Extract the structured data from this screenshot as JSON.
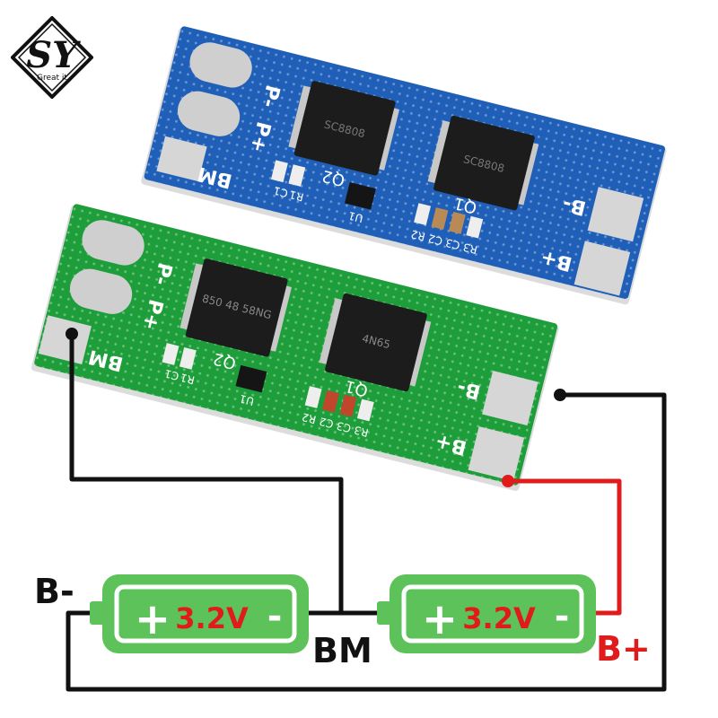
{
  "logo": {
    "mark": "SY",
    "tagline": "Great it"
  },
  "blue_board": {
    "pads": {
      "p_minus": "P-",
      "p_plus": "P+",
      "bm": "BM",
      "b_minus": "B-",
      "b_plus": "B+"
    },
    "components": {
      "q1": "Q1",
      "q2": "Q2",
      "u1": "U1",
      "c1": "C1",
      "r1": "R1",
      "r2": "R2",
      "c2": "C2",
      "c3": "C3",
      "r3": "R3"
    },
    "mosfet_marks": [
      "SC8808",
      "SC8808"
    ]
  },
  "green_board": {
    "pads": {
      "p_minus": "P-",
      "p_plus": "P+",
      "bm": "BM",
      "b_minus": "B-",
      "b_plus": "B+"
    },
    "components": {
      "q1": "Q1",
      "q2": "Q2",
      "u1": "U1",
      "c1": "C1",
      "r1": "R1",
      "r2": "R2",
      "c2": "C2",
      "c3": "C3",
      "r3": "R3"
    },
    "mosfet_marks": [
      "850 48 58NG",
      "4N65"
    ]
  },
  "batteries": [
    {
      "voltage": "3.2V",
      "plus": "+",
      "minus": "-"
    },
    {
      "voltage": "3.2V",
      "plus": "+",
      "minus": "-"
    }
  ],
  "wiring_labels": {
    "b_minus": "B-",
    "bm": "BM",
    "b_plus": "B+"
  },
  "colors": {
    "blue_pcb": "#1f5fb8",
    "green_pcb": "#1e9e3a",
    "battery_green": "#5ec25a",
    "wire_black": "#111111",
    "wire_red": "#e01b1b",
    "voltage_red": "#e01b1b"
  }
}
